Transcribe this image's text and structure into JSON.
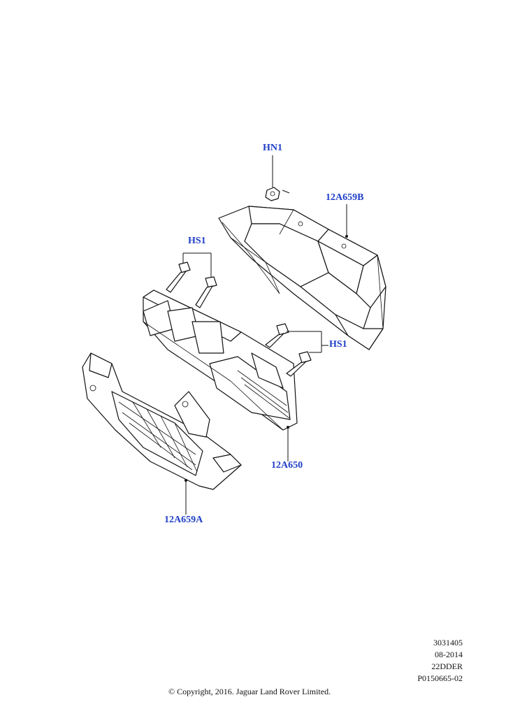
{
  "callouts": {
    "hn1": "HN1",
    "bracket_b": "12A659B",
    "hs1_upper": "HS1",
    "hs1_lower": "HS1",
    "module": "12A650",
    "bracket_a": "12A659A"
  },
  "meta": {
    "line1": "3031405",
    "line2": "08-2014",
    "line3": "22DDER",
    "line4": "P0150665-02"
  },
  "copyright": "© Copyright, 2016. Jaguar Land Rover Limited.",
  "colors": {
    "callout": "#1f3fc8",
    "line": "#111111"
  }
}
